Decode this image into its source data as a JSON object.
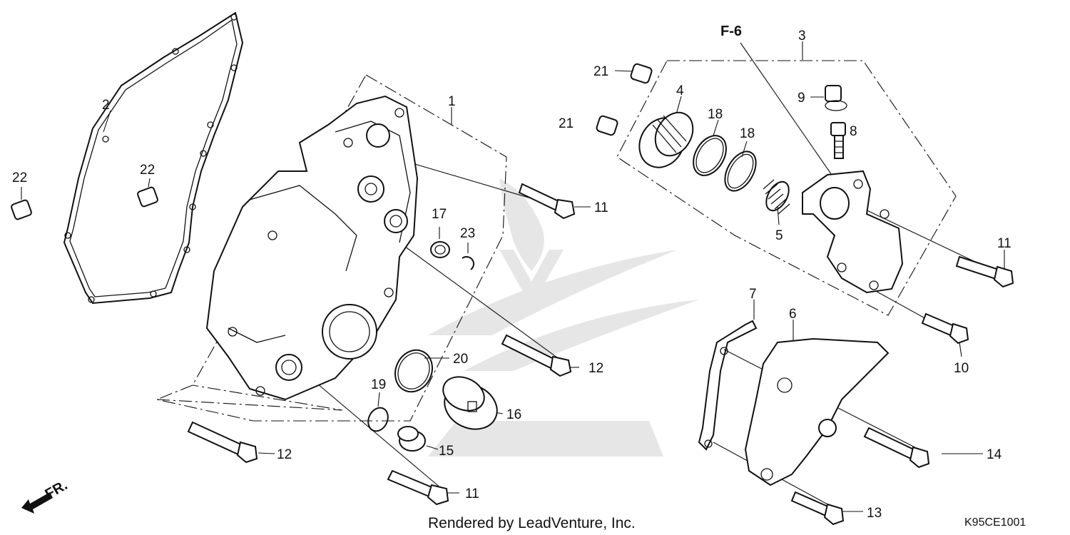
{
  "diagram": {
    "callouts": [
      {
        "id": "c1",
        "text": "1"
      },
      {
        "id": "c2",
        "text": "2"
      },
      {
        "id": "c3",
        "text": "3"
      },
      {
        "id": "c4",
        "text": "4"
      },
      {
        "id": "c5",
        "text": "5"
      },
      {
        "id": "c6",
        "text": "6"
      },
      {
        "id": "c7",
        "text": "7"
      },
      {
        "id": "c8",
        "text": "8"
      },
      {
        "id": "c9",
        "text": "9"
      },
      {
        "id": "c10",
        "text": "10"
      },
      {
        "id": "c11a",
        "text": "11"
      },
      {
        "id": "c11b",
        "text": "11"
      },
      {
        "id": "c11c",
        "text": "11"
      },
      {
        "id": "c12a",
        "text": "12"
      },
      {
        "id": "c12b",
        "text": "12"
      },
      {
        "id": "c13",
        "text": "13"
      },
      {
        "id": "c14",
        "text": "14"
      },
      {
        "id": "c15",
        "text": "15"
      },
      {
        "id": "c16",
        "text": "16"
      },
      {
        "id": "c17",
        "text": "17"
      },
      {
        "id": "c18a",
        "text": "18"
      },
      {
        "id": "c18b",
        "text": "18"
      },
      {
        "id": "c19",
        "text": "19"
      },
      {
        "id": "c20",
        "text": "20"
      },
      {
        "id": "c21a",
        "text": "21"
      },
      {
        "id": "c21b",
        "text": "21"
      },
      {
        "id": "c22a",
        "text": "22"
      },
      {
        "id": "c22b",
        "text": "22"
      },
      {
        "id": "c23",
        "text": "23"
      }
    ],
    "reference_label": "F-6",
    "front_label": "FR.",
    "credit": "Rendered by LeadVenture, Inc.",
    "diagram_code": "K95CE1001"
  }
}
